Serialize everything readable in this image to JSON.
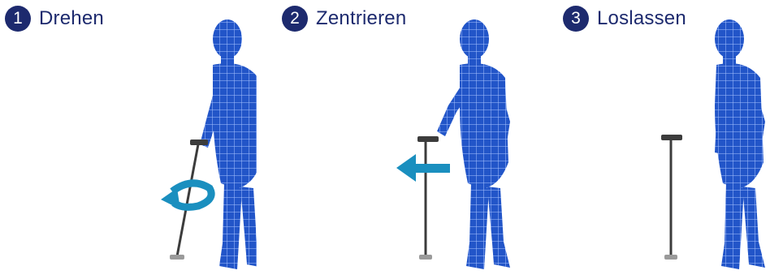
{
  "colors": {
    "badge": "#1d2a6e",
    "label": "#1d2a6e",
    "figure": "#2255c8",
    "grid": "#a8c4ff",
    "arrow": "#1a8fbf",
    "cane": "#3c3c3c"
  },
  "steps": [
    {
      "number": "1",
      "label": "Drehen",
      "arrow_icon": "rotate-arrow-icon"
    },
    {
      "number": "2",
      "label": "Zentrieren",
      "arrow_icon": "arrow-left-icon"
    },
    {
      "number": "3",
      "label": "Loslassen",
      "arrow_icon": ""
    }
  ]
}
